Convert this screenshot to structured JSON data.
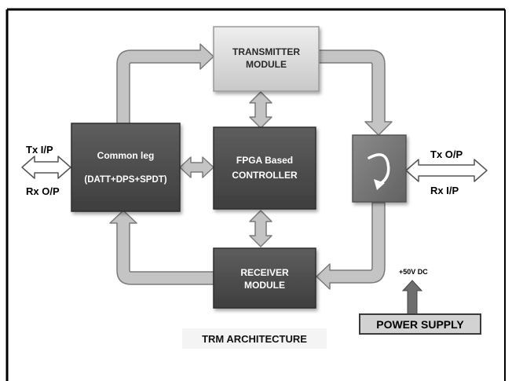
{
  "blocks": {
    "transmitter": {
      "line1": "TRANSMITTER",
      "line2": "MODULE"
    },
    "common_leg": {
      "line1": "Common leg",
      "line2": "(DATT+DPS+SPDT)"
    },
    "fpga": {
      "line1": "FPGA Based",
      "line2": "CONTROLLER"
    },
    "receiver": {
      "line1": "RECEIVER",
      "line2": "MODULE"
    }
  },
  "ports": {
    "tx_ip": "Tx I/P",
    "rx_op": "Rx O/P",
    "tx_op": "Tx O/P",
    "rx_ip": "Rx I/P"
  },
  "power": {
    "voltage": "+50V DC",
    "label": "POWER SUPPLY"
  },
  "caption": "TRM ARCHITECTURE",
  "colors": {
    "dark_block": "#505050",
    "light_block": "#d6d6d6",
    "circulator": "#7a7a7a",
    "arrow_fill": "#c4c4c4",
    "arrow_stroke": "#777777",
    "frame": "#000000"
  }
}
